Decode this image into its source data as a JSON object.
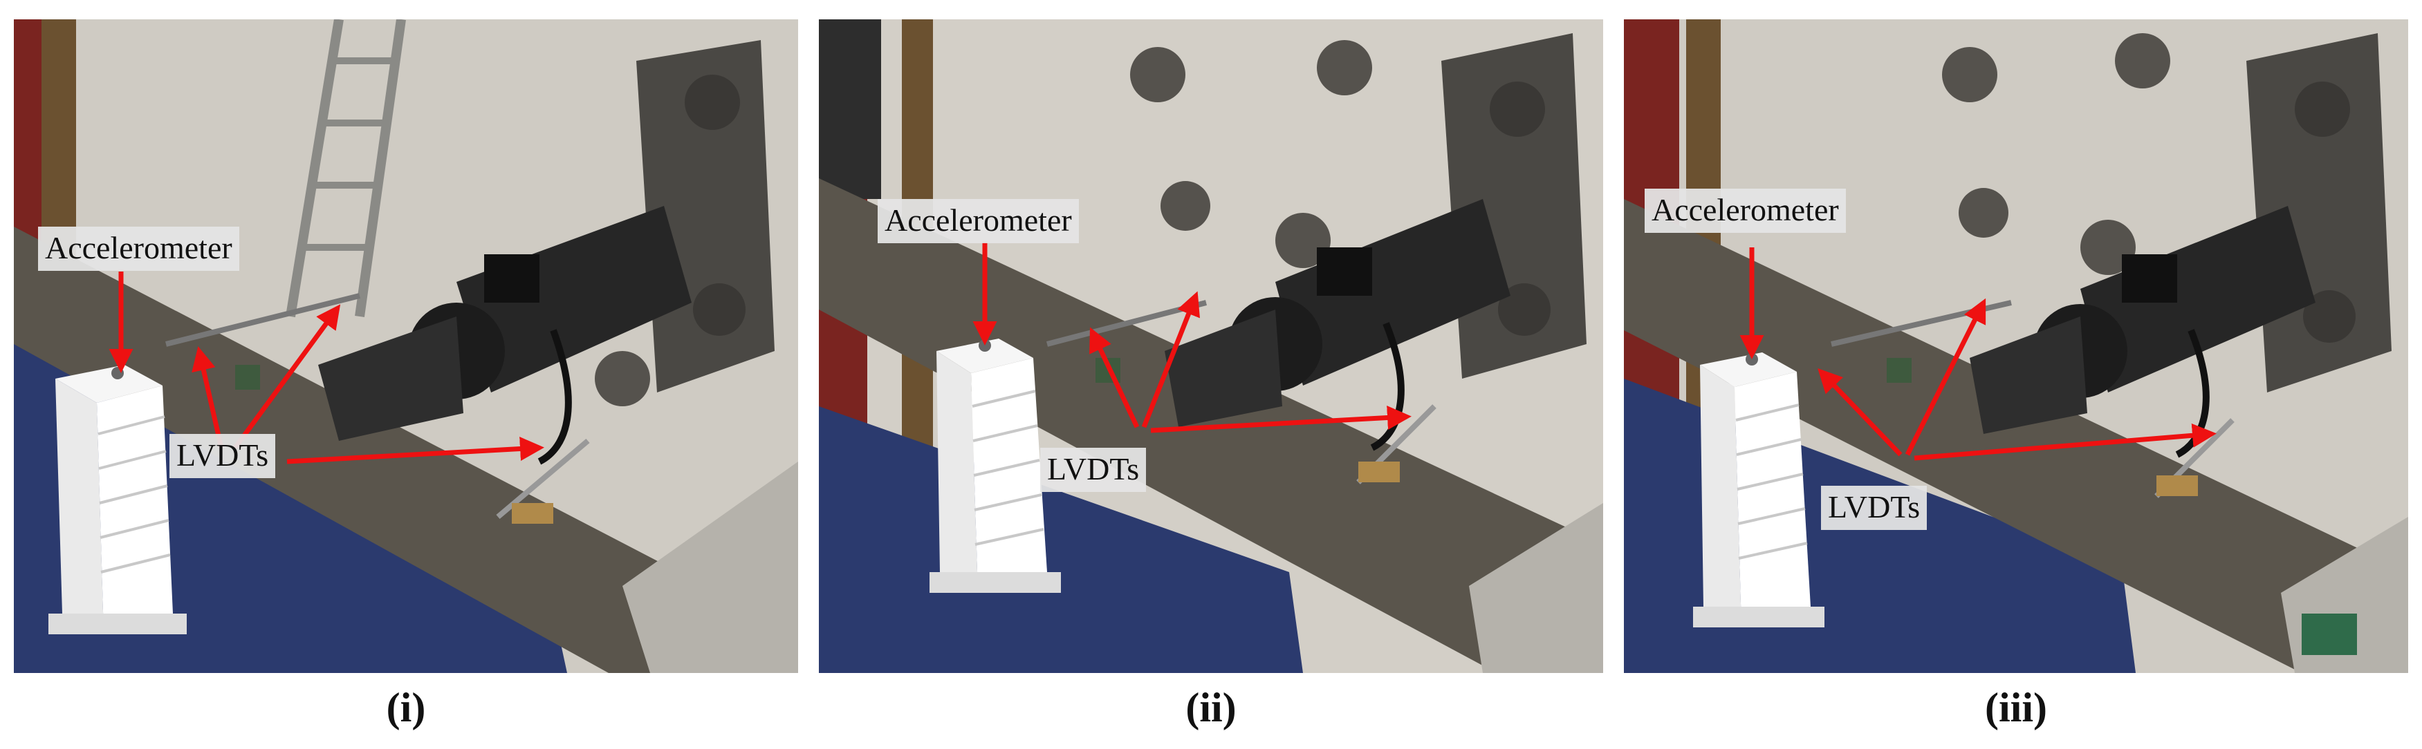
{
  "panels": [
    {
      "accelerometer_label": "Accelerometer",
      "lvdt_label": "LVDTs",
      "caption": "(i)"
    },
    {
      "accelerometer_label": "Accelerometer",
      "lvdt_label": "LVDTs",
      "caption": "(ii)"
    },
    {
      "accelerometer_label": "Accelerometer",
      "lvdt_label": "LVDTs",
      "caption": "(iii)"
    }
  ],
  "colors": {
    "arrow": "#ee1111",
    "wall": "#cfcbc3",
    "floor_blue": "#2b3a6e",
    "beam": "#5a554c",
    "actuator": "#262626",
    "model": "#f4f4f4"
  }
}
